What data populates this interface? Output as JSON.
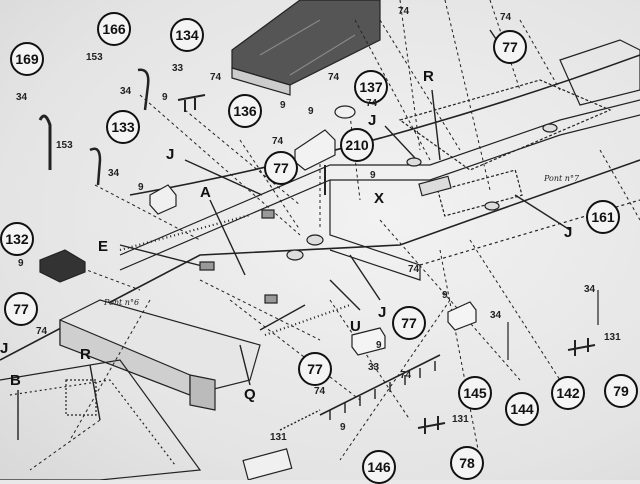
{
  "diagram": {
    "callouts": {
      "c166": "166",
      "c169": "169",
      "c134": "134",
      "c133": "133",
      "c136": "136",
      "c137": "137",
      "c77a": "77",
      "c210": "210",
      "c77b": "77",
      "c161": "161",
      "c132": "132",
      "c77c": "77",
      "c77d": "77",
      "c77e": "77",
      "c145": "145",
      "c144": "144",
      "c142": "142",
      "c79": "79",
      "c146": "146",
      "c78": "78"
    },
    "numbers": {
      "n153a": "153",
      "n34a": "34",
      "n33": "33",
      "n74a": "74",
      "n9a": "9",
      "n34b": "34",
      "n153b": "153",
      "n34c": "34",
      "n74b": "74",
      "n9b": "9",
      "n74c": "74",
      "n74d": "74",
      "n9c": "9",
      "n74e": "74",
      "n9d": "9",
      "n9e": "9",
      "n9f": "9",
      "n74f": "74",
      "n74g": "74",
      "n9g": "9",
      "n33b": "33",
      "n74h": "74",
      "n74i": "74",
      "n9h": "9",
      "n131a": "131",
      "n34d": "34",
      "n131b": "131",
      "n34e": "34",
      "n131c": "131",
      "n74j": "74",
      "n9i": "9"
    },
    "letters": {
      "R1": "R",
      "J1": "J",
      "J2": "J",
      "A": "A",
      "X": "X",
      "E": "E",
      "J3": "J",
      "U": "U",
      "J4": "J",
      "R2": "R",
      "B": "B",
      "Q": "Q",
      "J5": "J"
    },
    "labels": {
      "pont7": "Pont n°7",
      "pont6": "Pont n°6"
    }
  }
}
